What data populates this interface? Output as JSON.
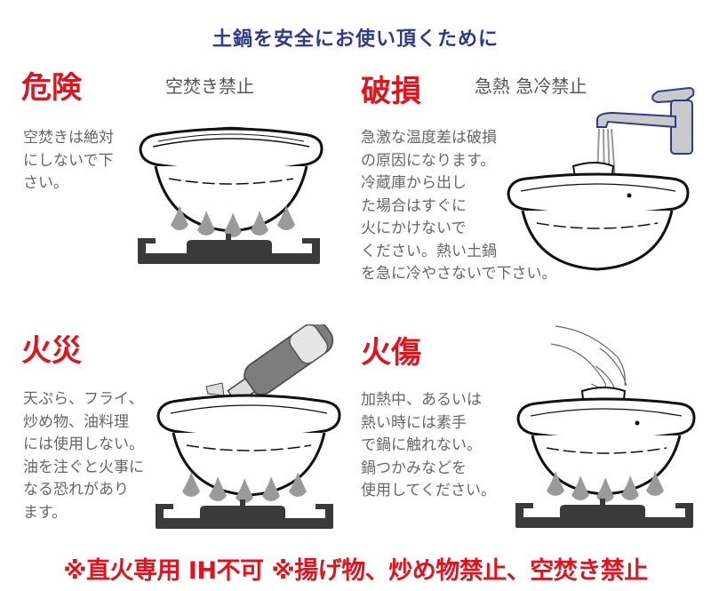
{
  "title": "土鍋を安全にお使い頂くために",
  "colors": {
    "title": "#2e3a8c",
    "heading": "#e0141e",
    "subhead": "#555555",
    "body": "#666666",
    "stove": "#3a3a3a",
    "flame": "#9a9a9a",
    "faucet": "#2e3a8c",
    "footer": "#e0141e"
  },
  "sections": [
    {
      "heading": "危険",
      "subhead": "空焚き禁止",
      "body": "空焚きは絶対\nにしないで下\nさい。",
      "illustration": "donabe-on-gas-stove"
    },
    {
      "heading": "破損",
      "subhead": "急熱 急冷禁止",
      "body": "急激な温度差は破損\nの原因になります。\n冷蔵庫から出し\nた場合はすぐに\n火にかけないで\nください。熱い土鍋\nを急に冷やさないで下さい。",
      "illustration": "donabe-under-faucet"
    },
    {
      "heading": "火災",
      "subhead": "",
      "body": "天ぷら、フライ、\n炒め物、油料理\nには使用しない。\n油を注ぐと火事に\nなる恐れがあり\nます。",
      "illustration": "oil-poured-into-donabe-on-stove"
    },
    {
      "heading": "火傷",
      "subhead": "",
      "body": "加熱中、あるいは\n熱い時には素手\nで鍋に触れない。\n鍋つかみなどを\n使用してください。",
      "illustration": "hand-touching-hot-donabe-on-stove"
    }
  ],
  "footer": "※直火専用 IH不可 ※揚げ物、炒め物禁止、空焚き禁止"
}
